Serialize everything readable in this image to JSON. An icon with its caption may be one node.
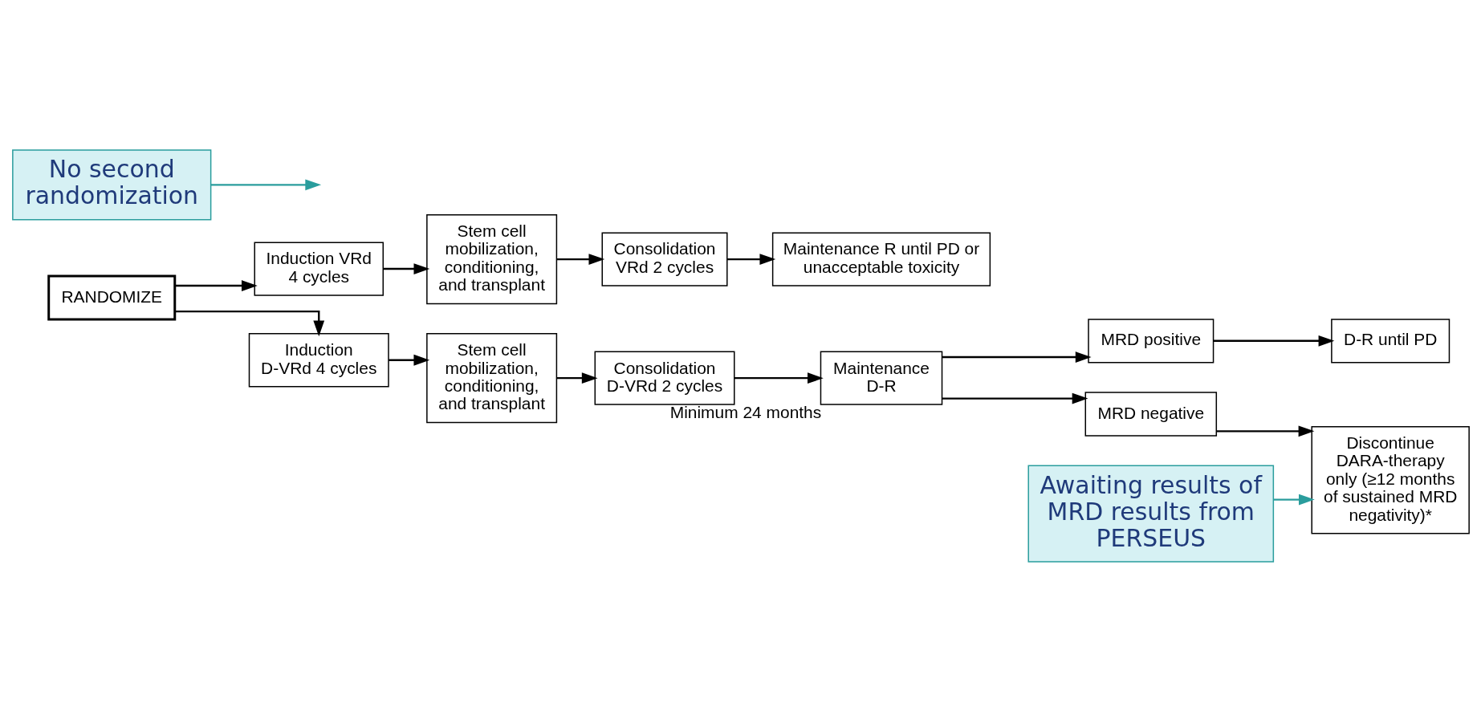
{
  "diagram": {
    "nodes": [
      {
        "text": [
          "RANDOMIZE"
        ]
      },
      {
        "text": [
          "Induction VRd 4 cycles"
        ]
      },
      {
        "text": [
          "Stem cell mobilization, conditioning, and transplant"
        ]
      },
      {
        "text": [
          "Consolidation VRd 2 cycles"
        ]
      },
      {
        "text": [
          "Maintenance R until PD or unacceptable toxicity"
        ]
      },
      {
        "text": [
          "Induction D-VRd 4 cycles"
        ]
      },
      {
        "text": [
          "Stem cell mobilization, conditioning, and transplant"
        ]
      },
      {
        "text": [
          "Consolidation D-VRd 2 cycles"
        ]
      },
      {
        "text": [
          "Maintenance D-R"
        ],
        "beside": [
          "Minimum 24 months"
        ]
      },
      {
        "text": [
          "MRD positive"
        ]
      },
      {
        "text": [
          "D-R until PD"
        ]
      },
      {
        "text": [
          "MRD negative"
        ]
      },
      {
        "text": [
          "Discontinue DARA-therapy only (≥12 months of sustained MRD negativity)*"
        ]
      },
      {
        "text": [
          "Awaiting results of MRD results from PERSEUS"
        ]
      },
      {
        "text": [
          "No second randomization"
        ]
      }
    ],
    "edges": [
      {
        "from": 0,
        "to": 1,
        "arrow": "to"
      },
      {
        "from": 0,
        "to": 5,
        "arrow": "to"
      },
      {
        "from": 1,
        "to": 2,
        "arrow": "to"
      },
      {
        "from": 2,
        "to": 3,
        "arrow": "to"
      },
      {
        "from": 3,
        "to": 4,
        "arrow": "to"
      },
      {
        "from": 5,
        "to": 6,
        "arrow": "to"
      },
      {
        "from": 6,
        "to": 7,
        "arrow": "to"
      },
      {
        "from": 7,
        "to": 8,
        "arrow": "to"
      },
      {
        "from": 8,
        "to": 9,
        "arrow": "to"
      },
      {
        "from": 8,
        "to": 11,
        "arrow": "to"
      },
      {
        "from": 9,
        "to": 10,
        "arrow": "to"
      },
      {
        "from": 11,
        "to": 12,
        "arrow": "to"
      },
      {
        "from": 13,
        "to": 12,
        "arrow": "to",
        "color": "#2a9d9d"
      },
      {
        "from": 14,
        "to": null,
        "arrow": "to",
        "color": "#2a9d9d"
      }
    ]
  }
}
